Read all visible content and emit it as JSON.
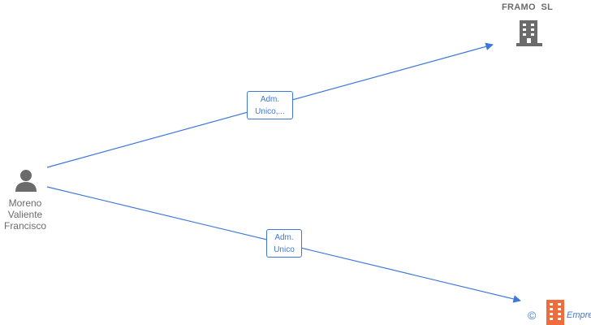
{
  "colors": {
    "edge": "#3d78d8",
    "node": "#6b6b6b",
    "highlight_company": "#f26b3a"
  },
  "person": {
    "name_line1": "Moreno",
    "name_line2": "Valiente",
    "name_line3": "Francisco",
    "icon": "person-icon"
  },
  "companies": [
    {
      "name": "FRAMO  SL",
      "icon": "building-icon"
    },
    {
      "name": "",
      "icon": "building-icon"
    }
  ],
  "edges": [
    {
      "label_line1": "Adm.",
      "label_line2": "Unico,..."
    },
    {
      "label_line1": "Adm.",
      "label_line2": "Unico"
    }
  ],
  "watermark": {
    "copyright_symbol": "©",
    "brand": "Empresia"
  }
}
